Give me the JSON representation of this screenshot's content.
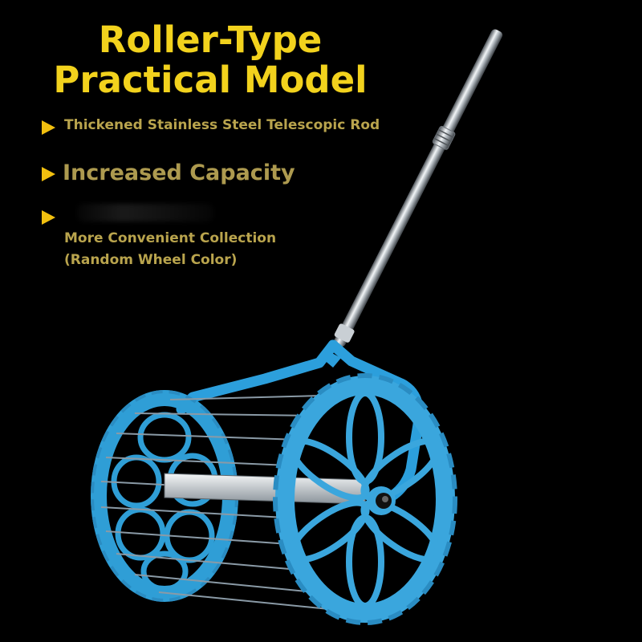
{
  "headline": {
    "line1": "Roller-Type",
    "line2": "Practical Model"
  },
  "features": [
    {
      "text": "Thickened Stainless Steel Telescopic Rod",
      "icon": "arrow-right-icon"
    },
    {
      "text": "Increased Capacity",
      "icon": "arrow-right-icon"
    },
    {
      "text": "More Convenient Collection",
      "subtext": "(Random Wheel Color)",
      "icon": "arrow-right-icon"
    }
  ],
  "colors": {
    "background": "#000000",
    "headline": "#f2d21d",
    "feature_text": "#b9a44d",
    "arrow": "#f2c00f",
    "wheel": "#3aa6dd",
    "frame": "#2c9fdc",
    "rod": "#d8dde2"
  }
}
